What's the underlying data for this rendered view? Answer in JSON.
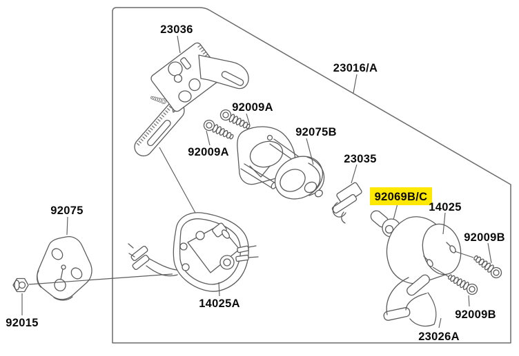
{
  "diagram": {
    "type": "exploded-parts-diagram",
    "background_color": "#ffffff",
    "line_color": "#5b5b5b",
    "label_color": "#0a0a0a",
    "highlight_color": "#ffe800",
    "highlighted_part": "92069B/C",
    "labels": [
      {
        "text": "23036"
      },
      {
        "text": "23016/A"
      },
      {
        "text": "92009A"
      },
      {
        "text": "92009A"
      },
      {
        "text": "92075B"
      },
      {
        "text": "23035"
      },
      {
        "text": "92069B/C",
        "highlighted": true
      },
      {
        "text": "14025"
      },
      {
        "text": "92009B"
      },
      {
        "text": "92075"
      },
      {
        "text": "92015"
      },
      {
        "text": "14025A"
      },
      {
        "text": "92009B"
      },
      {
        "text": "23026A"
      }
    ]
  }
}
